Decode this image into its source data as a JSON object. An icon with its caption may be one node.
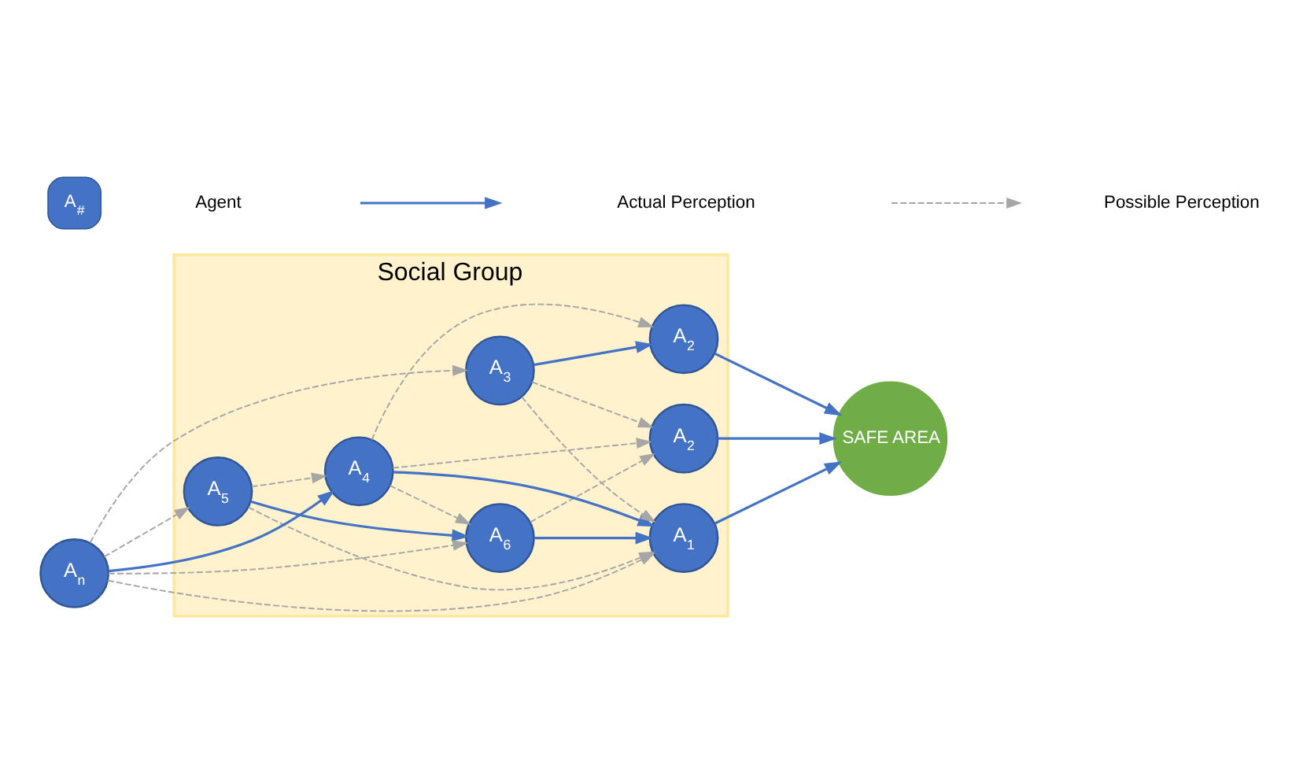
{
  "diagram": {
    "nodes": [
      {
        "text": [
          "Social Group"
        ]
      },
      {
        "text": [
          "A$_{5}$"
        ],
        "in": 0
      },
      {
        "text": [
          "A$_{6}$"
        ],
        "in": 0
      },
      {
        "text": [
          "A$_{2}$"
        ],
        "in": 0
      },
      {
        "text": [
          "A$_{4}$"
        ],
        "in": 0
      },
      {
        "text": [
          "A$_{1}$"
        ],
        "in": 0
      },
      {
        "text": [
          "A$_{3}$"
        ],
        "in": 0
      },
      {
        "text": [
          "A$_{2}$"
        ],
        "in": 0
      },
      {
        "text": [
          "A$_{n}$"
        ]
      },
      {
        "text": [
          "SAFE AREA"
        ]
      }
    ],
    "edges": [
      {
        "from": 8,
        "to": 4,
        "arrow": "to",
        "color": "#4472c4"
      },
      {
        "from": 1,
        "to": 2,
        "arrow": "to",
        "color": "#4472c4"
      },
      {
        "from": 2,
        "to": 5,
        "arrow": "to",
        "color": "#4472c4"
      },
      {
        "from": 4,
        "to": 5,
        "arrow": "to",
        "color": "#4472c4"
      },
      {
        "from": 6,
        "to": 7,
        "arrow": "to",
        "color": "#4472c4"
      },
      {
        "from": 3,
        "to": 9,
        "arrow": "to",
        "color": "#4472c4"
      },
      {
        "from": 5,
        "to": 9,
        "arrow": "to",
        "color": "#4472c4"
      },
      {
        "from": 7,
        "to": 9,
        "arrow": "to",
        "color": "#4472c4"
      },
      {
        "from": 8,
        "to": 1,
        "arrow": "to",
        "style": "dashed"
      },
      {
        "from": 8,
        "to": 2,
        "arrow": "to",
        "style": "dashed"
      },
      {
        "from": 8,
        "to": 5,
        "arrow": "to",
        "style": "dashed"
      },
      {
        "from": 8,
        "to": 6,
        "arrow": "to",
        "style": "dashed"
      },
      {
        "from": 1,
        "to": 4,
        "arrow": "to",
        "style": "dashed"
      },
      {
        "from": 1,
        "to": 5,
        "arrow": "to",
        "style": "dashed"
      },
      {
        "from": 4,
        "to": 2,
        "arrow": "to",
        "style": "dashed"
      },
      {
        "from": 4,
        "to": 3,
        "arrow": "to",
        "style": "dashed"
      },
      {
        "from": 4,
        "to": 7,
        "arrow": "to",
        "style": "dashed"
      },
      {
        "from": 2,
        "to": 3,
        "arrow": "to",
        "style": "dashed"
      },
      {
        "from": 6,
        "to": 3,
        "arrow": "to",
        "style": "dashed"
      },
      {
        "from": 6,
        "to": 5,
        "arrow": "to",
        "style": "dashed"
      }
    ],
    "labels": [
      "A$_{#}$"
    ],
    "legend": [
      {
        "text": "Agent"
      },
      {
        "text": "Actual Perception"
      },
      {
        "text": "Possible Perception"
      }
    ]
  }
}
